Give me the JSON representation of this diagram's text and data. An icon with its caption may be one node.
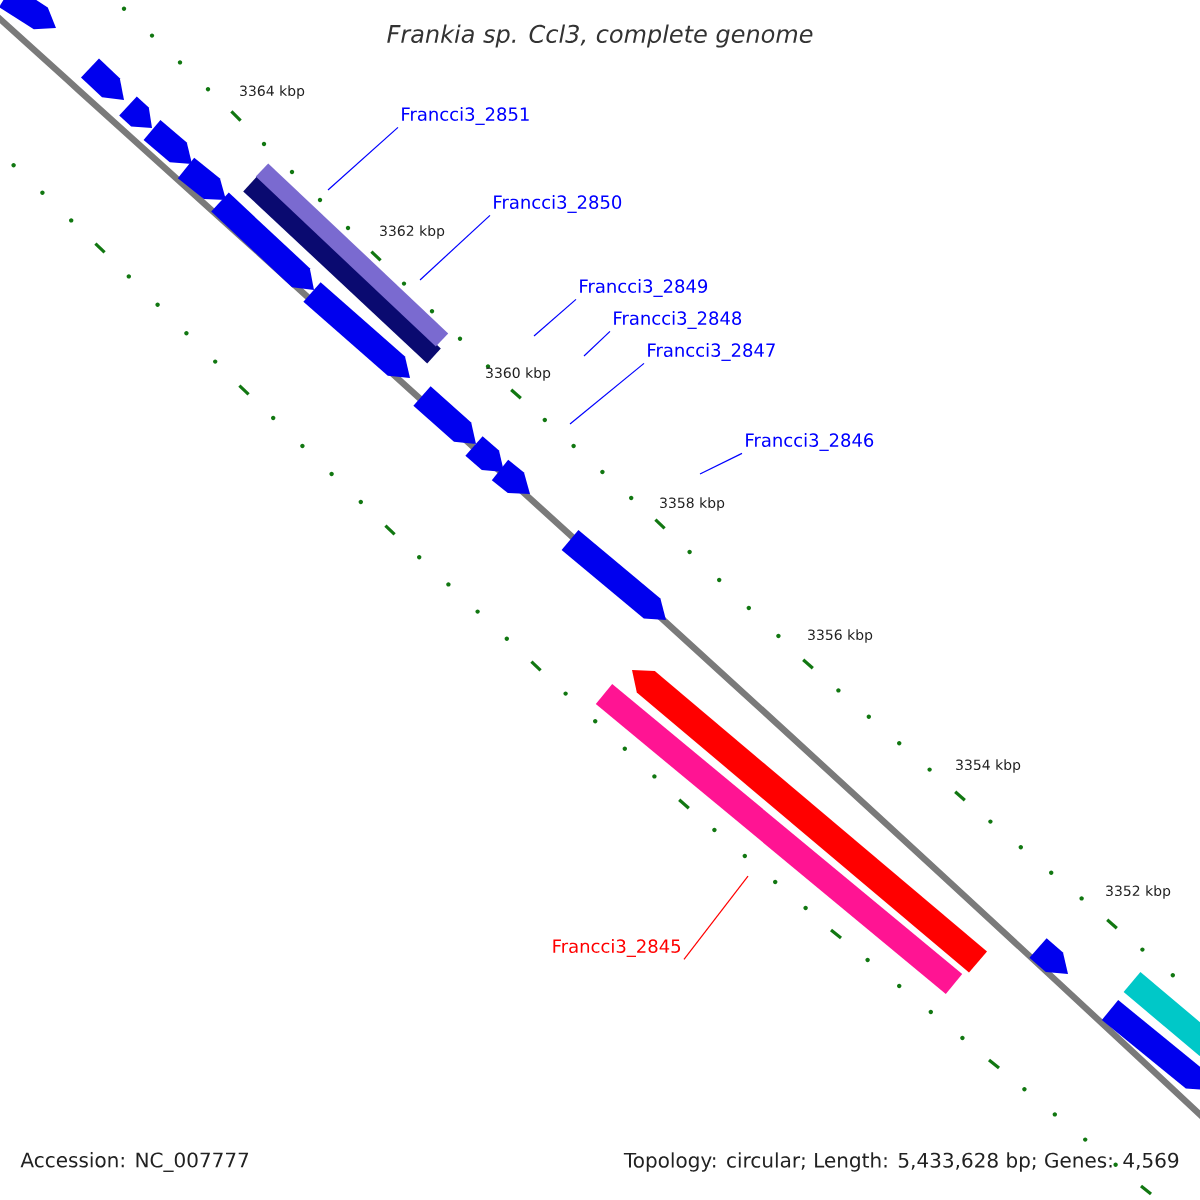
{
  "diagram": {
    "title": "Frankia sp. Ccl3, complete genome",
    "nodes": [
      {
        "text": [
          "Francci3_2851"
        ]
      },
      {
        "text": [
          "Francci3_2850"
        ]
      },
      {
        "text": [
          "Francci3_2849"
        ]
      },
      {
        "text": [
          "Francci3_2848"
        ]
      },
      {
        "text": [
          "Francci3_2847"
        ]
      },
      {
        "text": [
          "Francci3_2846"
        ]
      },
      {
        "text": [
          "Francci3_2845"
        ]
      }
    ],
    "edges": [
      {
        "from": 0,
        "to": null,
        "arrow": "none"
      },
      {
        "from": 1,
        "to": null,
        "arrow": "none"
      },
      {
        "from": 2,
        "to": null,
        "arrow": "none"
      },
      {
        "from": 3,
        "to": null,
        "arrow": "none"
      },
      {
        "from": 4,
        "to": null,
        "arrow": "none"
      },
      {
        "from": 5,
        "to": null,
        "arrow": "none"
      },
      {
        "from": 6,
        "to": null,
        "arrow": "none",
        "color": "#ff0000"
      }
    ],
    "labels": [
      "3364 kbp",
      "3362 kbp",
      "3360 kbp",
      "3358 kbp",
      "3356 kbp",
      "3354 kbp",
      "3352 kbp",
      "Accession: NC_007777",
      "Topology: circular; Length: 5,433,628 bp; Genes: 4,569"
    ]
  }
}
